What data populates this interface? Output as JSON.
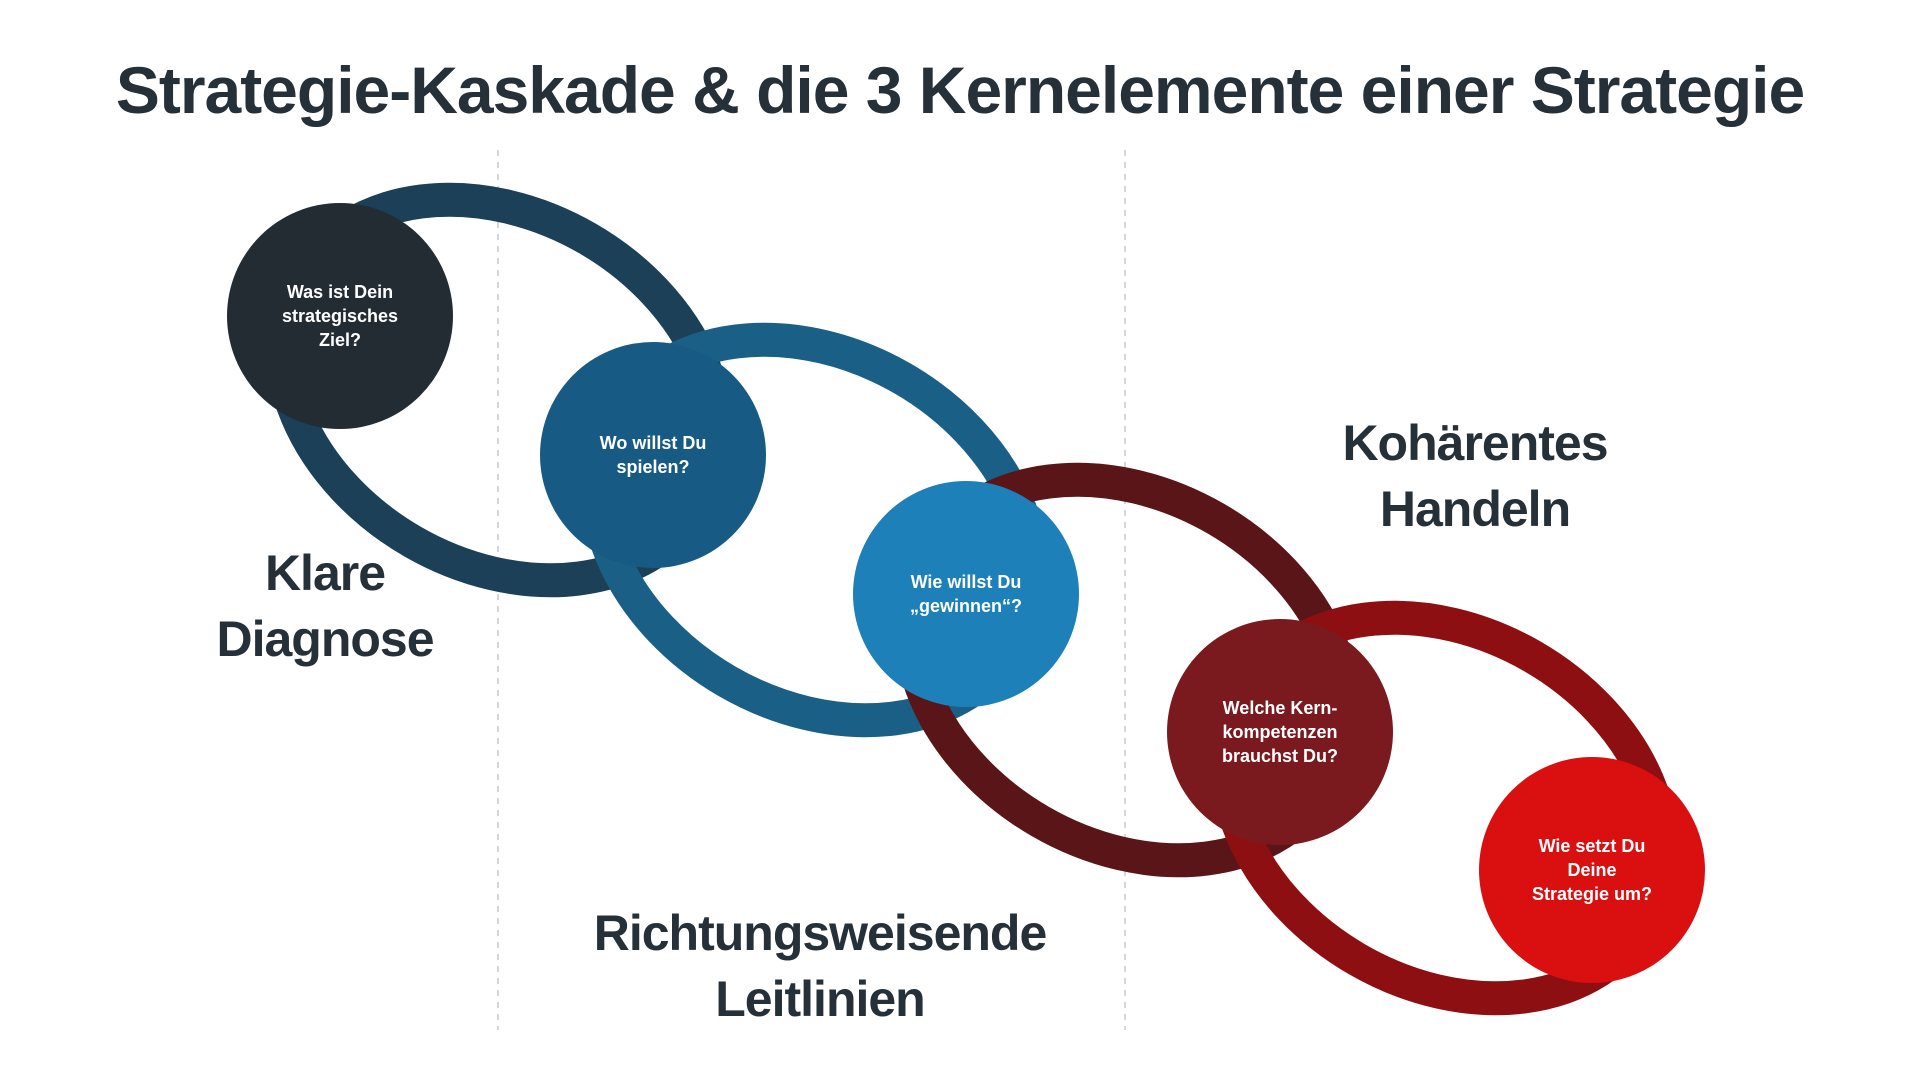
{
  "title": "Strategie-Kaskade & die 3 Kernelemente einer Strategie",
  "labels": {
    "diagnose": [
      "Klare",
      "Diagnose"
    ],
    "leitlinien": [
      "Richtungsweisende",
      "Leitlinien"
    ],
    "handeln": [
      "Kohärentes",
      "Handeln"
    ]
  },
  "circles": [
    {
      "lines": [
        "Was ist Dein",
        "strategisches",
        "Ziel?"
      ],
      "color": "#232b33",
      "ring": "#1b4058"
    },
    {
      "lines": [
        "Wo willst Du",
        "spielen?"
      ],
      "color": "#175b84",
      "ring": "#1a5f85"
    },
    {
      "lines": [
        "Wie willst Du",
        "„gewinnen“?"
      ],
      "color": "#1d80b8",
      "ring": "#5a1518"
    },
    {
      "lines": [
        "Welche Kern-",
        "kompetenzen",
        "brauchst Du?"
      ],
      "color": "#7a1a1e",
      "ring": "#8e0f12"
    },
    {
      "lines": [
        "Wie setzt Du",
        "Deine",
        "Strategie um?"
      ],
      "color": "#d90f10"
    }
  ]
}
